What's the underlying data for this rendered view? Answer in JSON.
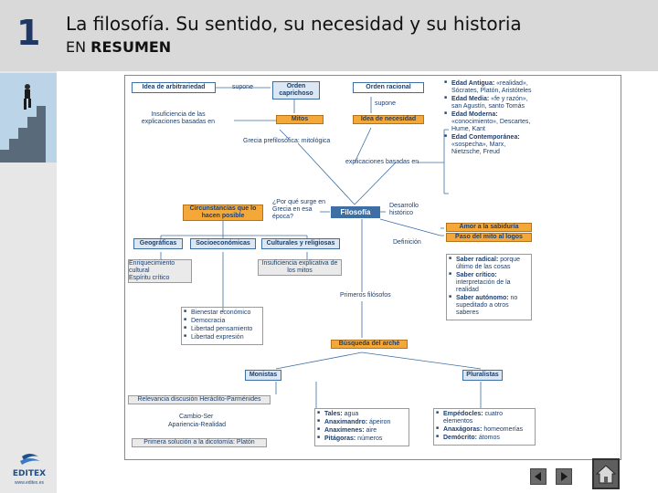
{
  "header": {
    "number": "1",
    "title": "La filosofía. Su sentido, su necesidad y su historia",
    "subtitle_prefix": "EN",
    "subtitle_bold": "RESUMEN"
  },
  "branding": {
    "logo_text": "EDITEX",
    "logo_url": "www.editex.es"
  },
  "diagram": {
    "idea_arbitrariedad": "Idea de arbitrariedad",
    "supone_1": "supone",
    "orden_caprichoso": "Orden caprichoso",
    "orden_racional": "Orden racional",
    "supone_2": "supone",
    "insuficiencia": "Insuficiencia de las explicaciones basadas en",
    "mitos": "Mitos",
    "idea_necesidad": "Idea de necesidad",
    "grecia_prefilosofica": "Grecia prefilosófica: mitológica",
    "explicaciones_basadas_en": "explicaciones basadas en",
    "edades": [
      {
        "bold": "Edad Antigua:",
        "text": " «realidad», Sócrates, Platón, Aristóteles"
      },
      {
        "bold": "Edad Media:",
        "text": " «fe y razón», san Agustín, santo Tomás"
      },
      {
        "bold": "Edad Moderna:",
        "text": " «conocimiento», Descartes, Hume, Kant"
      },
      {
        "bold": "Edad Contemporánea:",
        "text": " «sospecha», Marx, Nietzsche, Freud"
      }
    ],
    "pregunta": "¿Por qué surge en Grecia en esa época?",
    "circunstancias": "Circunstancias que lo hacen posible",
    "filosofia": "Filosofía",
    "desarrollo_historico": "Desarrollo histórico",
    "definicion": "Definición",
    "amor_sabiduria": "Amor a la sabiduría",
    "paso_mito_logos": "Paso del mito al logos",
    "geograficas": "Geográficas",
    "socioeconomicas": "Socioeconómicas",
    "culturales": "Culturales y religiosas",
    "enriquecimiento": "Enriquecimiento cultural",
    "espiritu_critico": "Espíritu crítico",
    "insuficiencia_mitos": "Insuficiencia explicativa de los mitos",
    "saberes": [
      {
        "bold": "Saber radical:",
        "text": " porque último de las cosas"
      },
      {
        "bold": "Saber crítico:",
        "text": " interpretación de la realidad"
      },
      {
        "bold": "Saber autónomo:",
        "text": " no supeditado a otros saberes"
      }
    ],
    "primeros_filosofos": "Primeros filósofos",
    "bienestar": [
      "Bienestar económico",
      "Democracia",
      "Libertad pensamiento",
      "Libertad expresión"
    ],
    "busqueda_arche": "Búsqueda del arché",
    "monistas": "Monistas",
    "pluralistas": "Pluralistas",
    "relevancia": "Relevancia discusión Heráclito-Parménides",
    "cambio_ser": "Cambio-Ser",
    "apariencia_realidad": "Apariencia-Realidad",
    "primera_solucion": "Primera solución a la dicotomía: Platón",
    "monistas_list": [
      {
        "bold": "Tales:",
        "text": " agua"
      },
      {
        "bold": "Anaximandro:",
        "text": " ápeiron"
      },
      {
        "bold": "Anaxímenes:",
        "text": " aire"
      },
      {
        "bold": "Pitágoras:",
        "text": " números"
      }
    ],
    "pluralistas_list": [
      {
        "bold": "Empédocles:",
        "text": " cuatro elementos"
      },
      {
        "bold": "Anaxágoras:",
        "text": " homeomerías"
      },
      {
        "bold": "Demócrito:",
        "text": " átomos"
      }
    ]
  },
  "nav": {
    "prev_icon": "prev-arrow-icon",
    "next_icon": "next-arrow-icon",
    "home_icon": "home-icon"
  },
  "colors": {
    "accent_orange": "#f4a83a",
    "box_blue": "#dbe7f3",
    "line_blue": "#3d6fa5",
    "text_navy": "#1c3f6e"
  }
}
